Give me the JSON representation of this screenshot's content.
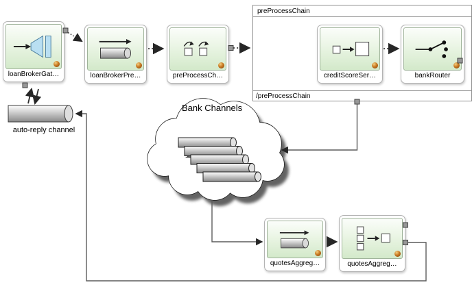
{
  "chain_container": {
    "open_label": "preProcessChain",
    "close_label": "/preProcessChain"
  },
  "cloud": {
    "label": "Bank Channels"
  },
  "auto_reply_channel": {
    "label": "auto-reply channel"
  },
  "nodes": {
    "gateway": {
      "label": "loanBrokerGat…",
      "icon": "gateway-icon"
    },
    "pre_channel": {
      "label": "loanBrokerPre…",
      "icon": "channel-icon"
    },
    "pre_chain": {
      "label": "preProcessCh…",
      "icon": "chain-icon"
    },
    "credit_score": {
      "label": "creditScoreSer…",
      "icon": "service-activator-icon"
    },
    "bank_router": {
      "label": "bankRouter",
      "icon": "router-icon"
    },
    "quotes_channel": {
      "label": "quotesAggreg…",
      "icon": "channel-icon"
    },
    "quotes_aggregator": {
      "label": "quotesAggreg…",
      "icon": "aggregator-icon"
    }
  },
  "colors": {
    "node_gradient_top": "#fbfdfa",
    "node_gradient_bottom": "#d3e9ca",
    "node_border": "#b3b3b3",
    "container_border": "#8d8d8d",
    "connector": "#5c5c5c",
    "badge": "#c97a22",
    "gateway_icon_fill": "#b9dff2"
  }
}
